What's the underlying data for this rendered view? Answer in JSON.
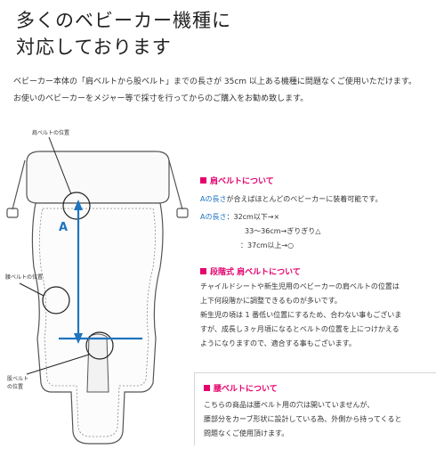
{
  "title": {
    "line1": "多くのベビーカー機種に",
    "line2": "対応しております"
  },
  "intro": {
    "line1": "ベビーカー本体の「肩ベルトから股ベルト」までの長さが 35cm 以上ある機種に問題なくご使用いただけます。",
    "line2": "お使いのベビーカーをメジャー等で採寸を行ってからのご購入をお勧め致します。"
  },
  "diagram": {
    "shoulder_label": "肩ベルトの位置",
    "waist_label": "腰ベルトの位置",
    "crotch_label_1": "股ベルト",
    "crotch_label_2": "の位置",
    "arrow_label": "A",
    "accent_color": "#1e74bf"
  },
  "section1": {
    "heading": "肩ベルトについて",
    "line1_prefix": "Aの長さ",
    "line1_rest": "が合えばほとんどのベビーカーに装着可能です。",
    "list_label": "Aの長さ",
    "list_item1": "：32cm以下→×",
    "list_item2": "33〜36cm→ぎりぎり△",
    "list_item3": "：37cm以上→○"
  },
  "section2": {
    "heading": "段階式 肩ベルトについて",
    "line1": "チャイルドシートや新生児用のベビーカーの肩ベルトの位置は",
    "line2": "上下何段階かに調整できるものが多いです。",
    "line3": "新生児の頃は 1 番低い位置にするため、合わない事もございま",
    "line4": "すが、成長し３ヶ月頃になるとベルトの位置を上につけかえる",
    "line5": "ようになりますので、適合する事もございます。"
  },
  "section3": {
    "heading": "腰ベルトについて",
    "line1": "こちらの商品は腰ベルト用の穴は開いていませんが、",
    "line2": "腰部分をカーブ形状に設計している為、外側から持ってくると",
    "line3": "問題なくご使用頂けます。"
  },
  "colors": {
    "pink": "#e4006e",
    "blue": "#1e74bf"
  }
}
